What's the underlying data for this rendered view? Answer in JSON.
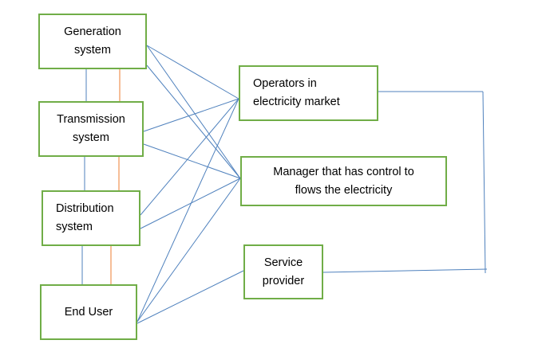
{
  "diagram": {
    "nodes": {
      "generation": "Generation\nsystem",
      "transmission": "Transmission\nsystem",
      "distribution": "Distribution\nsystem",
      "end_user": "End User",
      "operators": "Operators in\nelectricity market",
      "manager": "Manager that has control to\nflows the electricity",
      "service_provider": "Service\nprovider"
    },
    "colors": {
      "box_border": "#70ad47",
      "blue_connector": "#4f81bd",
      "orange_connector": "#ed7d31"
    }
  }
}
